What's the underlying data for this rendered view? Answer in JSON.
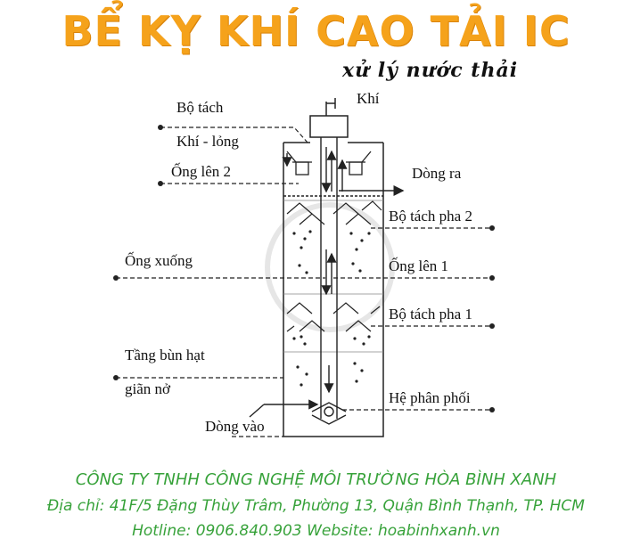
{
  "title": "BỂ KỴ KHÍ CAO TẢI IC",
  "subtitle": "xử lý nước thải",
  "labels": {
    "gas": "Khí",
    "separator_line1": "Bộ tách",
    "separator_line2": "Khí - lỏng",
    "riser2": "Ống lên 2",
    "outflow": "Dòng ra",
    "phase_separator2": "Bộ tách pha 2",
    "downcomer": "Ống xuống",
    "riser1": "Ống lên 1",
    "phase_separator1": "Bộ tách pha 1",
    "sludge_line1": "Tầng bùn hạt",
    "sludge_line2": "giãn nở",
    "distribution": "Hệ phân phối",
    "inflow": "Dòng vào"
  },
  "footer": {
    "company": "CÔNG TY TNHH CÔNG NGHỆ MÔI TRƯỜNG HÒA BÌNH XANH",
    "address": "Địa chỉ: 41F/5 Đặng Thùy Trâm, Phường 13, Quận Bình Thạnh, TP. HCM",
    "contact": "Hotline: 0906.840.903  Website: hoabinhxanh.vn"
  },
  "colors": {
    "title": "#f5a21b",
    "footer": "#37a23a",
    "line": "#222222"
  }
}
